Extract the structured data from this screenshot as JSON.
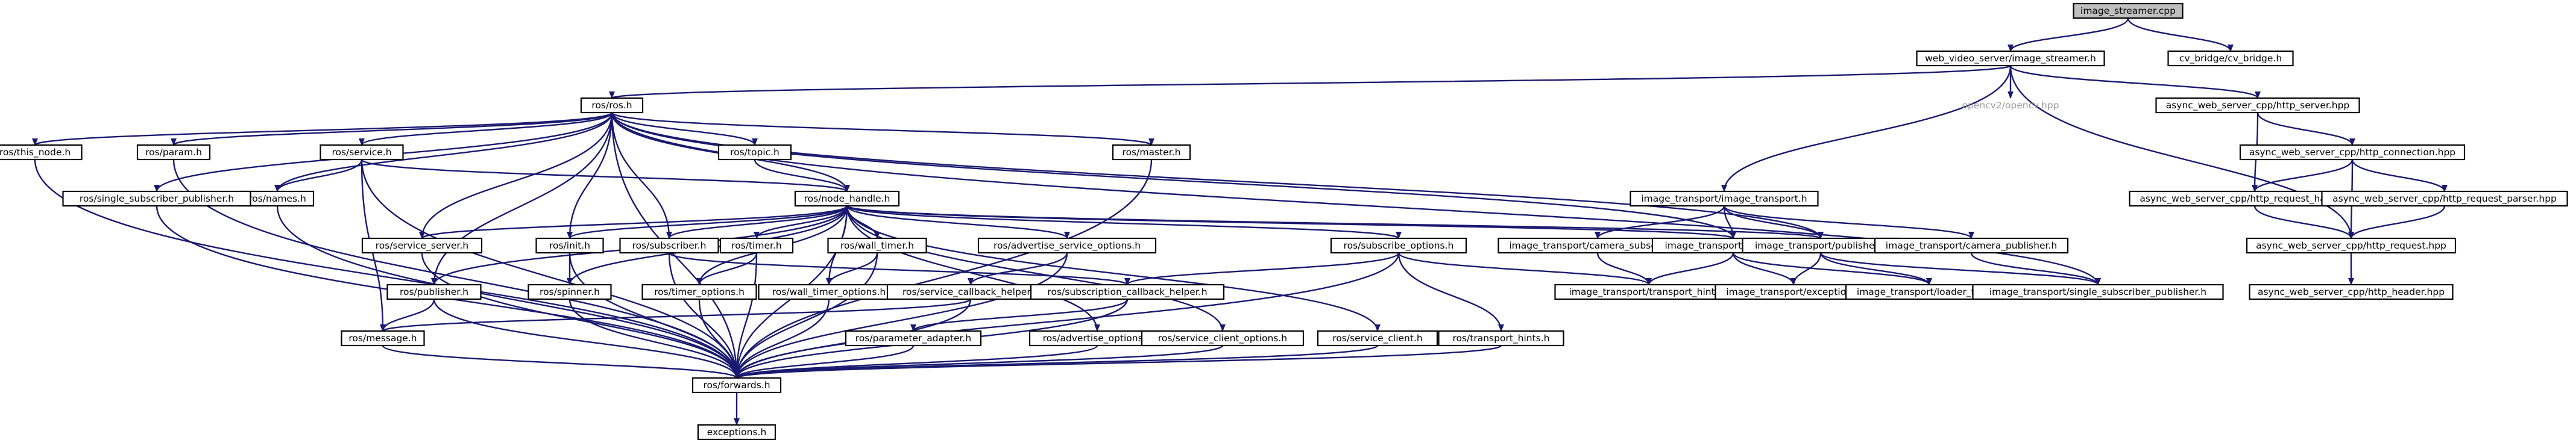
{
  "graph": {
    "nodes": [
      {
        "id": "root",
        "label": "image_streamer.cpp",
        "style": "root"
      },
      {
        "id": "wvs",
        "label": "web_video_server/image_streamer.h"
      },
      {
        "id": "cvb",
        "label": "cv_bridge/cv_bridge.h"
      },
      {
        "id": "rosh",
        "label": "ros/ros.h"
      },
      {
        "id": "opencv",
        "label": "opencv2/opencv.hpp",
        "style": "nobox"
      },
      {
        "id": "https",
        "label": "async_web_server_cpp/http_server.hpp"
      },
      {
        "id": "itit",
        "label": "image_transport/image_transport.h"
      },
      {
        "id": "thisnode",
        "label": "ros/this_node.h"
      },
      {
        "id": "param",
        "label": "ros/param.h"
      },
      {
        "id": "service",
        "label": "ros/service.h"
      },
      {
        "id": "topic",
        "label": "ros/topic.h"
      },
      {
        "id": "master",
        "label": "ros/master.h"
      },
      {
        "id": "httpconn",
        "label": "async_web_server_cpp/http_connection.hpp"
      },
      {
        "id": "names",
        "label": "ros/names.h"
      },
      {
        "id": "ssp",
        "label": "ros/single_subscriber_publisher.h"
      },
      {
        "id": "nh",
        "label": "ros/node_handle.h"
      },
      {
        "id": "reqhandler",
        "label": "async_web_server_cpp/http_request_handler.hpp"
      },
      {
        "id": "reqparser",
        "label": "async_web_server_cpp/http_request_parser.hpp"
      },
      {
        "id": "servsrv",
        "label": "ros/service_server.h"
      },
      {
        "id": "init",
        "label": "ros/init.h"
      },
      {
        "id": "rsub",
        "label": "ros/subscriber.h"
      },
      {
        "id": "timer",
        "label": "ros/timer.h"
      },
      {
        "id": "walltimer",
        "label": "ros/wall_timer.h"
      },
      {
        "id": "aso",
        "label": "ros/advertise_service_options.h"
      },
      {
        "id": "sopt",
        "label": "ros/subscribe_options.h"
      },
      {
        "id": "camsub",
        "label": "image_transport/camera_subscriber.h"
      },
      {
        "id": "itsub",
        "label": "image_transport/subscriber.h"
      },
      {
        "id": "itpub",
        "label": "image_transport/publisher.h"
      },
      {
        "id": "campub",
        "label": "image_transport/camera_publisher.h"
      },
      {
        "id": "httpreq",
        "label": "async_web_server_cpp/http_request.hpp"
      },
      {
        "id": "rpub",
        "label": "ros/publisher.h"
      },
      {
        "id": "spinner",
        "label": "ros/spinner.h"
      },
      {
        "id": "timeropt",
        "label": "ros/timer_options.h"
      },
      {
        "id": "wallopt",
        "label": "ros/wall_timer_options.h"
      },
      {
        "id": "sch",
        "label": "ros/service_callback_helper.h"
      },
      {
        "id": "subch",
        "label": "ros/subscription_callback_helper.h"
      },
      {
        "id": "hints",
        "label": "image_transport/transport_hints.h"
      },
      {
        "id": "itexc",
        "label": "image_transport/exception.h"
      },
      {
        "id": "loader",
        "label": "image_transport/loader_fwds.h"
      },
      {
        "id": "itssp",
        "label": "image_transport/single_subscriber_publisher.h"
      },
      {
        "id": "httphdr",
        "label": "async_web_server_cpp/http_header.hpp"
      },
      {
        "id": "message",
        "label": "ros/message.h"
      },
      {
        "id": "padapter",
        "label": "ros/parameter_adapter.h"
      },
      {
        "id": "advopt",
        "label": "ros/advertise_options.h"
      },
      {
        "id": "sco",
        "label": "ros/service_client_options.h"
      },
      {
        "id": "sclient",
        "label": "ros/service_client.h"
      },
      {
        "id": "thints",
        "label": "ros/transport_hints.h"
      },
      {
        "id": "forwards",
        "label": "ros/forwards.h"
      },
      {
        "id": "exceptions",
        "label": "exceptions.h"
      }
    ],
    "edges": [
      [
        "root",
        "wvs"
      ],
      [
        "root",
        "cvb"
      ],
      [
        "wvs",
        "rosh"
      ],
      [
        "wvs",
        "opencv"
      ],
      [
        "wvs",
        "https"
      ],
      [
        "wvs",
        "itit"
      ],
      [
        "wvs",
        "httpreq"
      ],
      [
        "rosh",
        "thisnode"
      ],
      [
        "rosh",
        "param"
      ],
      [
        "rosh",
        "service"
      ],
      [
        "rosh",
        "topic"
      ],
      [
        "rosh",
        "master"
      ],
      [
        "rosh",
        "names"
      ],
      [
        "rosh",
        "ssp"
      ],
      [
        "rosh",
        "nh"
      ],
      [
        "rosh",
        "servsrv"
      ],
      [
        "rosh",
        "init"
      ],
      [
        "rosh",
        "rsub"
      ],
      [
        "rosh",
        "rpub"
      ],
      [
        "rosh",
        "itsub"
      ],
      [
        "rosh",
        "itpub"
      ],
      [
        "rosh",
        "itssp"
      ],
      [
        "rosh",
        "forwards"
      ],
      [
        "https",
        "httpconn"
      ],
      [
        "https",
        "reqhandler"
      ],
      [
        "httpconn",
        "reqhandler"
      ],
      [
        "httpconn",
        "reqparser"
      ],
      [
        "httpconn",
        "httpreq"
      ],
      [
        "reqhandler",
        "httpreq"
      ],
      [
        "reqparser",
        "httpreq"
      ],
      [
        "httpreq",
        "httphdr"
      ],
      [
        "itit",
        "camsub"
      ],
      [
        "itit",
        "itsub"
      ],
      [
        "itit",
        "itpub"
      ],
      [
        "itit",
        "campub"
      ],
      [
        "thisnode",
        "forwards"
      ],
      [
        "param",
        "forwards"
      ],
      [
        "service",
        "names"
      ],
      [
        "service",
        "nh"
      ],
      [
        "service",
        "message"
      ],
      [
        "service",
        "forwards"
      ],
      [
        "topic",
        "nh"
      ],
      [
        "master",
        "forwards"
      ],
      [
        "names",
        "forwards"
      ],
      [
        "ssp",
        "forwards"
      ],
      [
        "nh",
        "servsrv"
      ],
      [
        "nh",
        "init"
      ],
      [
        "nh",
        "rsub"
      ],
      [
        "nh",
        "timer"
      ],
      [
        "nh",
        "walltimer"
      ],
      [
        "nh",
        "aso"
      ],
      [
        "nh",
        "sopt"
      ],
      [
        "nh",
        "itsub"
      ],
      [
        "nh",
        "itpub"
      ],
      [
        "nh",
        "rpub"
      ],
      [
        "nh",
        "spinner"
      ],
      [
        "nh",
        "timeropt"
      ],
      [
        "nh",
        "wallopt"
      ],
      [
        "nh",
        "sclient"
      ],
      [
        "nh",
        "sco"
      ],
      [
        "nh",
        "advopt"
      ],
      [
        "nh",
        "forwards"
      ],
      [
        "servsrv",
        "forwards"
      ],
      [
        "init",
        "spinner"
      ],
      [
        "init",
        "forwards"
      ],
      [
        "rsub",
        "forwards"
      ],
      [
        "rsub",
        "subch"
      ],
      [
        "timer",
        "timeropt"
      ],
      [
        "timer",
        "forwards"
      ],
      [
        "walltimer",
        "wallopt"
      ],
      [
        "walltimer",
        "forwards"
      ],
      [
        "aso",
        "sch"
      ],
      [
        "aso",
        "forwards"
      ],
      [
        "sopt",
        "hints"
      ],
      [
        "sopt",
        "thints"
      ],
      [
        "sopt",
        "forwards"
      ],
      [
        "sopt",
        "subch"
      ],
      [
        "camsub",
        "hints"
      ],
      [
        "itsub",
        "hints"
      ],
      [
        "itsub",
        "itexc"
      ],
      [
        "itsub",
        "loader"
      ],
      [
        "itpub",
        "itexc"
      ],
      [
        "itpub",
        "loader"
      ],
      [
        "itpub",
        "itssp"
      ],
      [
        "campub",
        "itssp"
      ],
      [
        "rpub",
        "message"
      ],
      [
        "rpub",
        "forwards"
      ],
      [
        "spinner",
        "forwards"
      ],
      [
        "timeropt",
        "forwards"
      ],
      [
        "wallopt",
        "forwards"
      ],
      [
        "sch",
        "message"
      ],
      [
        "sch",
        "forwards"
      ],
      [
        "subch",
        "padapter"
      ],
      [
        "subch",
        "forwards"
      ],
      [
        "message",
        "forwards"
      ],
      [
        "padapter",
        "forwards"
      ],
      [
        "advopt",
        "forwards"
      ],
      [
        "sco",
        "forwards"
      ],
      [
        "sclient",
        "forwards"
      ],
      [
        "thints",
        "forwards"
      ],
      [
        "forwards",
        "exceptions"
      ]
    ]
  }
}
